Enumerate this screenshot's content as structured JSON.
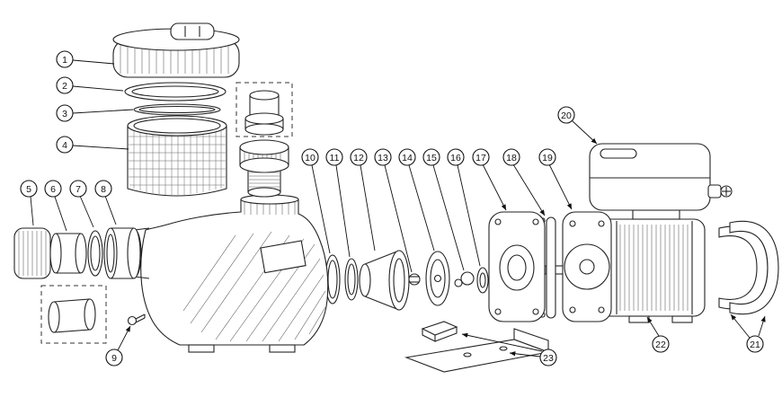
{
  "colors": {
    "line": "#1a1a1a",
    "background": "#ffffff"
  },
  "callouts": [
    {
      "label": "1"
    },
    {
      "label": "2"
    },
    {
      "label": "3"
    },
    {
      "label": "4"
    },
    {
      "label": "5"
    },
    {
      "label": "6"
    },
    {
      "label": "7"
    },
    {
      "label": "8"
    },
    {
      "label": "9"
    },
    {
      "label": "10"
    },
    {
      "label": "11"
    },
    {
      "label": "12"
    },
    {
      "label": "13"
    },
    {
      "label": "14"
    },
    {
      "label": "15"
    },
    {
      "label": "16"
    },
    {
      "label": "17"
    },
    {
      "label": "18"
    },
    {
      "label": "19"
    },
    {
      "label": "20"
    },
    {
      "label": "21"
    },
    {
      "label": "22"
    },
    {
      "label": "23"
    }
  ]
}
